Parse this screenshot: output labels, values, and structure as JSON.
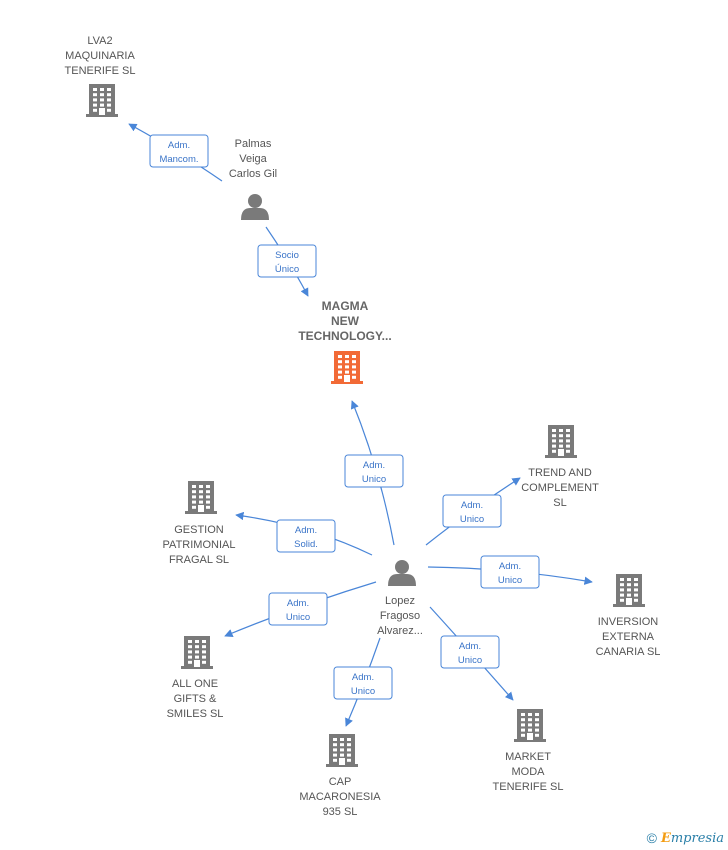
{
  "colors": {
    "edge": "#4a86d8",
    "building": "#7a7a7a",
    "focus_building": "#f26a36",
    "person": "#7a7a7a"
  },
  "nodes": {
    "lva2": {
      "type": "company",
      "icon": "building-icon",
      "lines": [
        "LVA2",
        "MAQUINARIA",
        "TENERIFE SL"
      ]
    },
    "palmas": {
      "type": "person",
      "icon": "person-icon",
      "lines": [
        "Palmas",
        "Veiga",
        "Carlos Gil"
      ]
    },
    "magma": {
      "type": "company",
      "focus": true,
      "icon": "building-icon",
      "lines": [
        "MAGMA",
        "NEW",
        "TECHNOLOGY..."
      ]
    },
    "lopez": {
      "type": "person",
      "icon": "person-icon",
      "lines": [
        "Lopez",
        "Fragoso",
        "Alvarez..."
      ]
    },
    "trend": {
      "type": "company",
      "icon": "building-icon",
      "lines": [
        "TREND AND",
        "COMPLEMENT",
        "SL"
      ]
    },
    "gestion": {
      "type": "company",
      "icon": "building-icon",
      "lines": [
        "GESTION",
        "PATRIMONIAL",
        "FRAGAL  SL"
      ]
    },
    "inversion": {
      "type": "company",
      "icon": "building-icon",
      "lines": [
        "INVERSION",
        "EXTERNA",
        "CANARIA  SL"
      ]
    },
    "allone": {
      "type": "company",
      "icon": "building-icon",
      "lines": [
        "ALL ONE",
        "GIFTS &",
        "SMILES SL"
      ]
    },
    "market": {
      "type": "company",
      "icon": "building-icon",
      "lines": [
        "MARKET",
        "MODA",
        "TENERIFE  SL"
      ]
    },
    "cap": {
      "type": "company",
      "icon": "building-icon",
      "lines": [
        "CAP",
        "MACARONESIA",
        "935  SL"
      ]
    }
  },
  "edges": [
    {
      "from": "palmas",
      "to": "lva2",
      "label": [
        "Adm.",
        "Mancom."
      ]
    },
    {
      "from": "palmas",
      "to": "magma",
      "label": [
        "Socio",
        "Único"
      ]
    },
    {
      "from": "lopez",
      "to": "magma",
      "label": [
        "Adm.",
        "Unico"
      ]
    },
    {
      "from": "lopez",
      "to": "trend",
      "label": [
        "Adm.",
        "Unico"
      ]
    },
    {
      "from": "lopez",
      "to": "gestion",
      "label": [
        "Adm.",
        "Solid."
      ]
    },
    {
      "from": "lopez",
      "to": "inversion",
      "label": [
        "Adm.",
        "Unico"
      ]
    },
    {
      "from": "lopez",
      "to": "allone",
      "label": [
        "Adm.",
        "Unico"
      ]
    },
    {
      "from": "lopez",
      "to": "market",
      "label": [
        "Adm.",
        "Unico"
      ]
    },
    {
      "from": "lopez",
      "to": "cap",
      "label": [
        "Adm.",
        "Unico"
      ]
    }
  ],
  "footer": {
    "copyright": "©",
    "brand_first": "E",
    "brand_rest": "mpresia"
  }
}
